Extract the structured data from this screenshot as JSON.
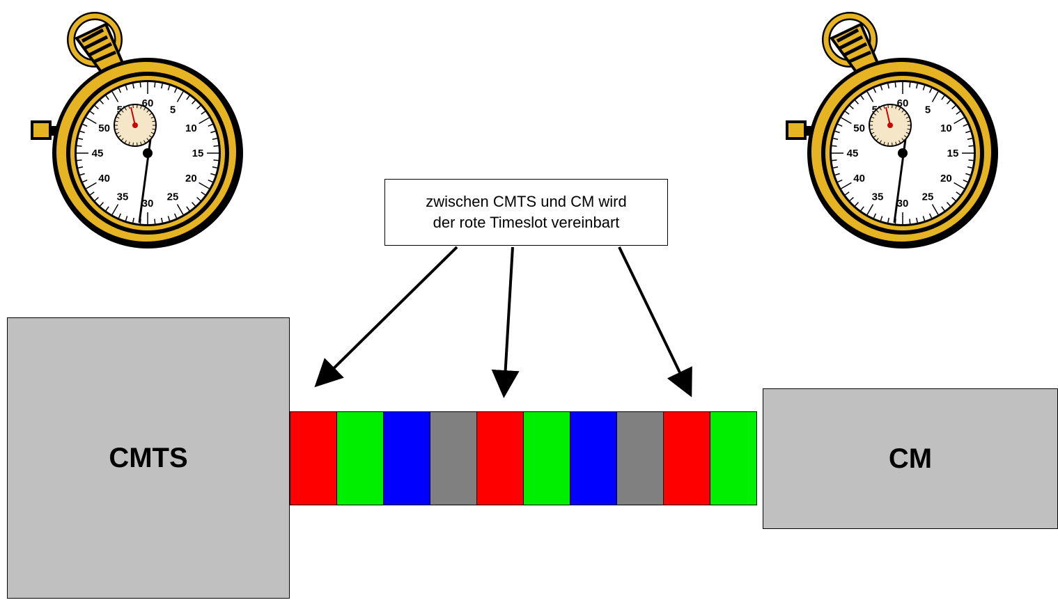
{
  "callout": {
    "line1": "zwischen CMTS und CM wird",
    "line2": "der rote Timeslot vereinbart"
  },
  "nodes": {
    "cmts_label": "CMTS",
    "cm_label": "CM"
  },
  "timeslots": [
    "red",
    "green",
    "blue",
    "gray",
    "red",
    "green",
    "blue",
    "gray",
    "red",
    "green"
  ],
  "colors": {
    "red": "#ff0000",
    "green": "#00ee00",
    "blue": "#0000ff",
    "gray": "#808080",
    "box": "#c0c0c0",
    "gold": "#e6b422"
  },
  "stopwatch": {
    "icon": "stopwatch-icon",
    "dial_numbers": [
      "5",
      "10",
      "15",
      "20",
      "25",
      "30",
      "35",
      "40",
      "45",
      "50",
      "55",
      "60"
    ]
  }
}
